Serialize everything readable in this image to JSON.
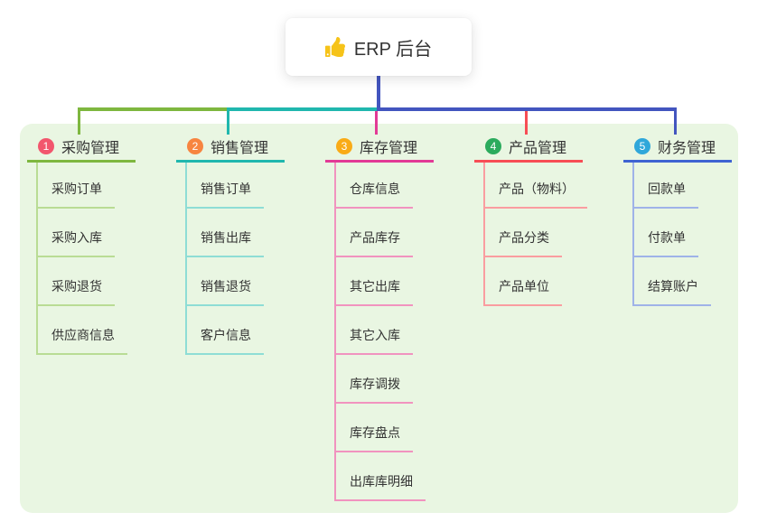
{
  "root": {
    "title": "ERP 后台",
    "icon": "thumbs-up-icon",
    "icon_color": "#f6c319"
  },
  "colors": {
    "panel_bg": "#e9f6e2",
    "trunk": "#4355bf",
    "text": "#333333"
  },
  "branches": [
    {
      "index": "1",
      "title": "采购管理",
      "badge_color": "#f2566d",
      "line_color": "#7eb73f",
      "light_color": "#b9dc94",
      "children": [
        "采购订单",
        "采购入库",
        "采购退货",
        "供应商信息"
      ]
    },
    {
      "index": "2",
      "title": "销售管理",
      "badge_color": "#f78540",
      "line_color": "#20b7ae",
      "light_color": "#8eddd5",
      "children": [
        "销售订单",
        "销售出库",
        "销售退货",
        "客户信息"
      ]
    },
    {
      "index": "3",
      "title": "库存管理",
      "badge_color": "#f9ab16",
      "line_color": "#e23a96",
      "light_color": "#f193bf",
      "children": [
        "仓库信息",
        "产品库存",
        "其它出库",
        "其它入库",
        "库存调拨",
        "库存盘点",
        "出库库明细"
      ]
    },
    {
      "index": "4",
      "title": "产品管理",
      "badge_color": "#2bab5d",
      "line_color": "#f74d55",
      "light_color": "#fa9da0",
      "children": [
        "产品（物料）",
        "产品分类",
        "产品单位"
      ]
    },
    {
      "index": "5",
      "title": "财务管理",
      "badge_color": "#2fa7da",
      "line_color": "#3f63d2",
      "light_color": "#9fb3e8",
      "children": [
        "回款单",
        "付款单",
        "结算账户"
      ]
    }
  ]
}
